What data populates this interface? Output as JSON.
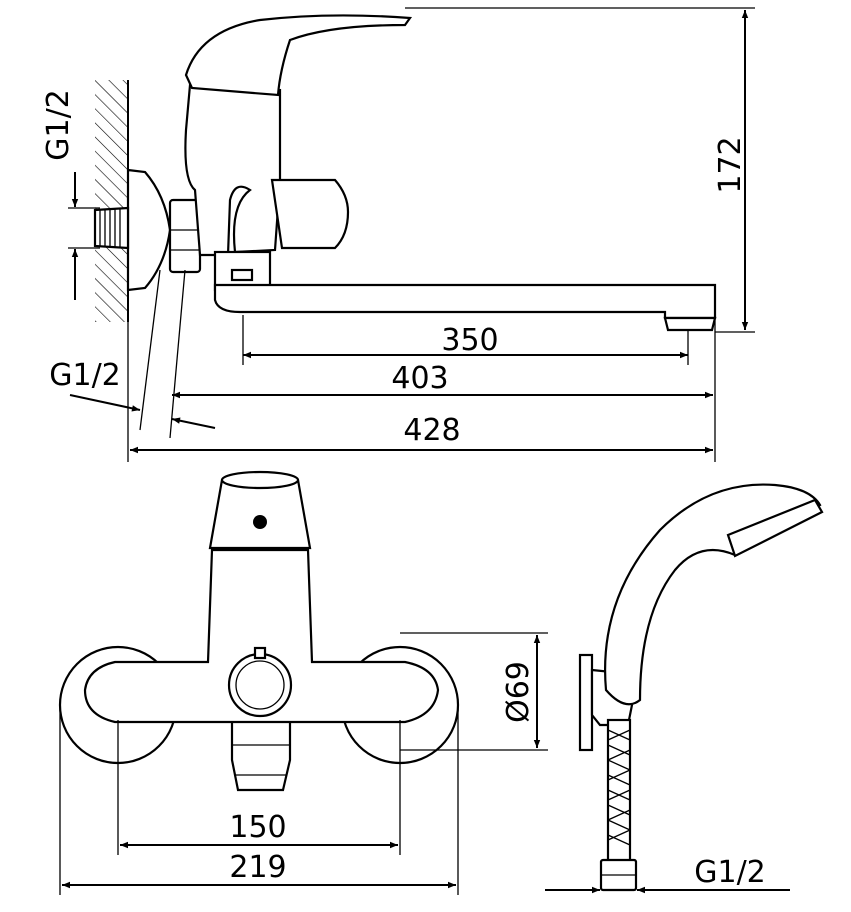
{
  "side_view": {
    "dims": {
      "height": "172",
      "spout_reach": "350",
      "spout_length": "403",
      "overall_length": "428",
      "inlet_thread_top": "G1/2",
      "inlet_thread_bottom": "G1/2"
    }
  },
  "front_view": {
    "dims": {
      "flange_diameter": "Ø69",
      "center_distance": "150",
      "overall_width": "219"
    }
  },
  "shower_set": {
    "dims": {
      "hose_thread": "G1/2"
    }
  },
  "colors": {
    "line": "#000000",
    "background": "#ffffff"
  }
}
